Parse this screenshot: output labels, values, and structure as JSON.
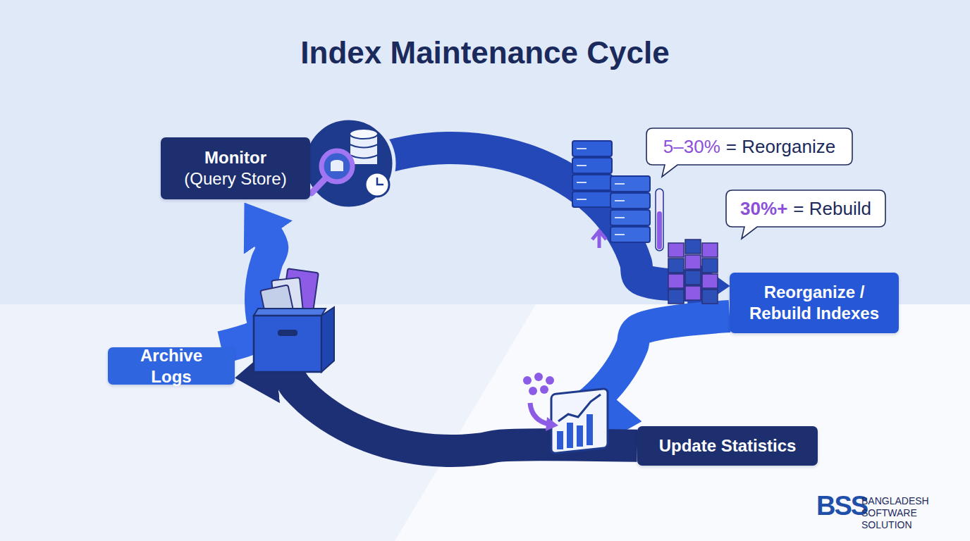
{
  "diagram": {
    "title": "Index Maintenance Cycle",
    "nodes": [
      {
        "text": [
          "Monitor",
          "(Query Store)"
        ]
      },
      {
        "text": [
          "5–30%",
          "= Reorganize"
        ]
      },
      {
        "text": [
          "30%+",
          "= Rebuild"
        ]
      },
      {
        "text": [
          "Reorganize / Rebuild Indexes"
        ]
      },
      {
        "text": [
          "Update Statistics"
        ]
      },
      {
        "text": [
          "Archive Logs"
        ]
      }
    ],
    "edges": [
      {
        "from": 0,
        "to": 3,
        "arrow": "to"
      },
      {
        "from": 3,
        "to": 4,
        "arrow": "to"
      },
      {
        "from": 4,
        "to": 5,
        "arrow": "to"
      },
      {
        "from": 5,
        "to": 0,
        "arrow": "to"
      }
    ],
    "labels": [
      "BSS",
      "BANGLADESH SOFTWARE SOLUTION"
    ]
  }
}
